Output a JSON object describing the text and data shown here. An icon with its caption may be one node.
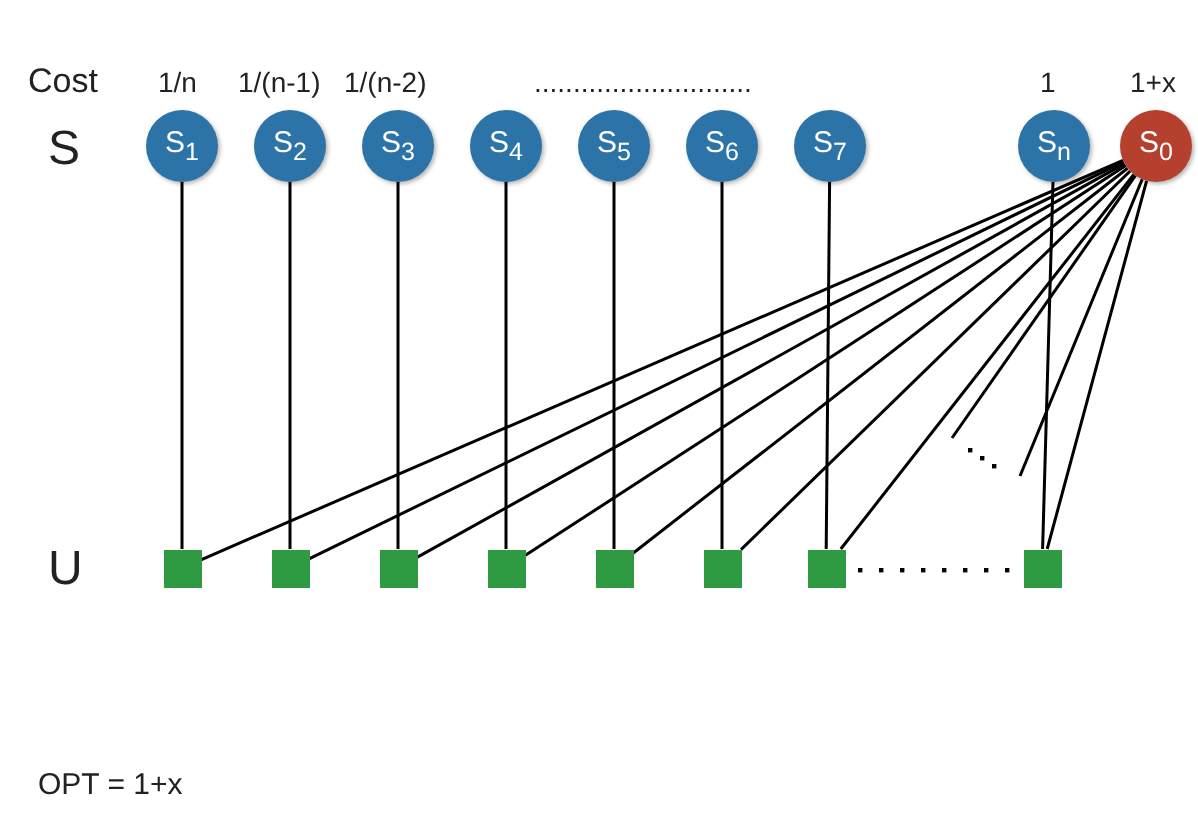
{
  "diagram": {
    "nodes": [
      {
        "text": [
          "S$_{1}$"
        ]
      },
      {
        "text": [
          "S$_{2}$"
        ]
      },
      {
        "text": [
          "S$_{3}$"
        ]
      },
      {
        "text": [
          "S$_{4}$"
        ]
      },
      {
        "text": [
          "S$_{5}$"
        ]
      },
      {
        "text": [
          "S$_{6}$"
        ]
      },
      {
        "text": [
          "S$_{7}$"
        ]
      },
      {
        "text": [
          "S$_{n}$"
        ]
      },
      {
        "text": [
          "S$_{0}$"
        ]
      },
      {
        "text": [],
        "shape": "box"
      },
      {
        "text": [],
        "shape": "box"
      },
      {
        "text": [],
        "shape": "box"
      },
      {
        "text": [],
        "shape": "box"
      },
      {
        "text": [],
        "shape": "box"
      },
      {
        "text": [],
        "shape": "box"
      },
      {
        "text": [],
        "shape": "box"
      },
      {
        "text": [],
        "shape": "box"
      }
    ],
    "edges": [
      {
        "from": 0,
        "to": 9,
        "arrow": "none"
      },
      {
        "from": 1,
        "to": 10,
        "arrow": "none"
      },
      {
        "from": 2,
        "to": 11,
        "arrow": "none"
      },
      {
        "from": 3,
        "to": 12,
        "arrow": "none"
      },
      {
        "from": 4,
        "to": 13,
        "arrow": "none"
      },
      {
        "from": 5,
        "to": 14,
        "arrow": "none"
      },
      {
        "from": 6,
        "to": 15,
        "arrow": "none"
      },
      {
        "from": 7,
        "to": 16,
        "arrow": "none"
      },
      {
        "from": 8,
        "to": 9,
        "arrow": "none"
      },
      {
        "from": 8,
        "to": 10,
        "arrow": "none"
      },
      {
        "from": 8,
        "to": 11,
        "arrow": "none"
      },
      {
        "from": 8,
        "to": 12,
        "arrow": "none"
      },
      {
        "from": 8,
        "to": 13,
        "arrow": "none"
      },
      {
        "from": 8,
        "to": 14,
        "arrow": "none"
      },
      {
        "from": 8,
        "to": 15,
        "arrow": "none"
      },
      {
        "from": 8,
        "to": null,
        "arrow": "none"
      },
      {
        "from": 8,
        "to": null,
        "arrow": "none"
      },
      {
        "from": 8,
        "to": 16,
        "arrow": "none"
      }
    ],
    "labels": [
      "Cost",
      "1/n",
      "1/(n-1)",
      "1/(n-2)",
      "............................",
      "1",
      "1+x",
      "S",
      "U",
      "OPT = 1+x"
    ]
  }
}
